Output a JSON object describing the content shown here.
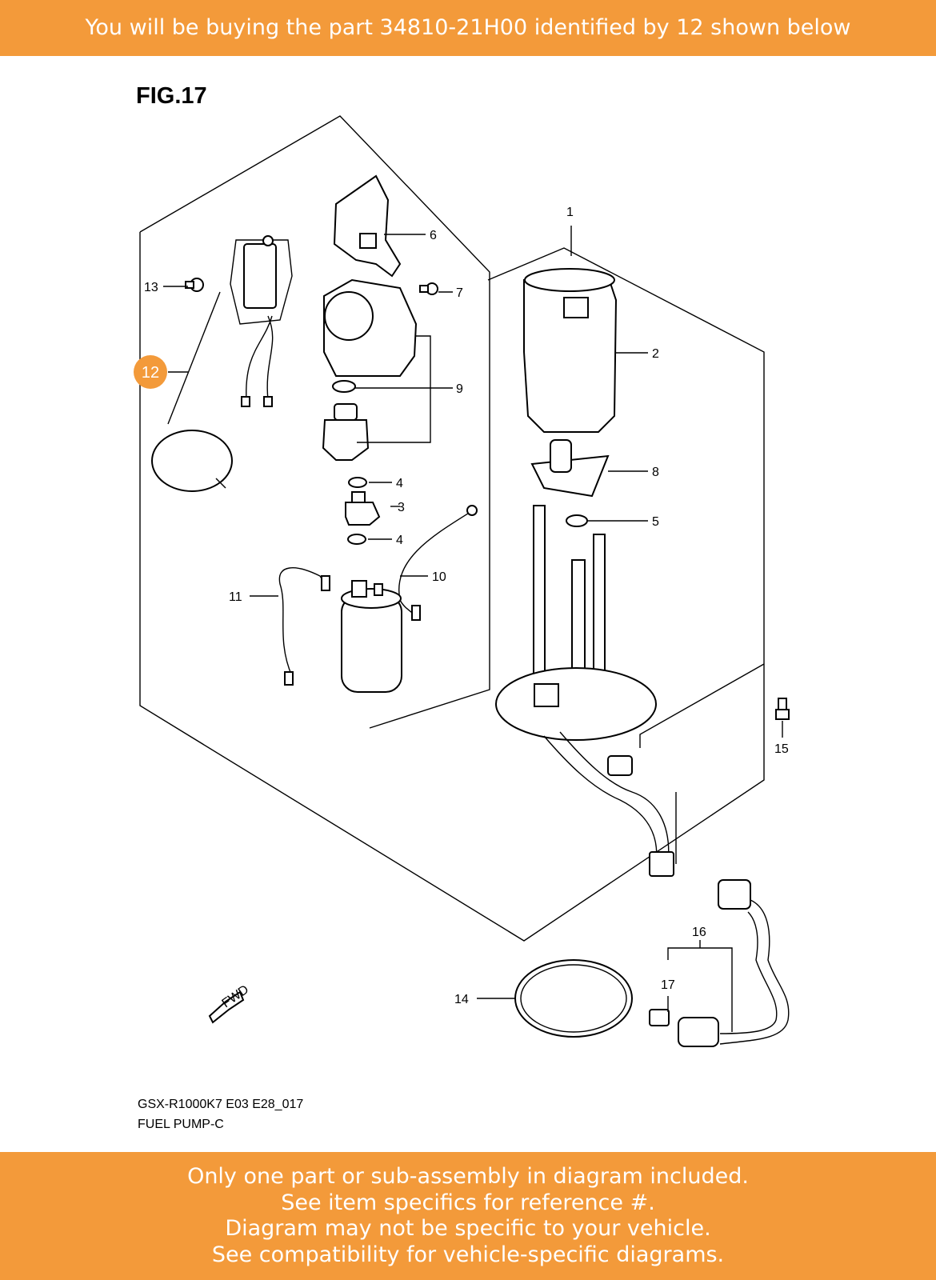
{
  "banner_top": "You will be buying the part 34810-21H00 identified by 12 shown below",
  "figure": {
    "title": "FIG.17",
    "model_code": "GSX-R1000K7 E03 E28_017",
    "name": "FUEL PUMP-C",
    "fwd_label": "FWD",
    "highlight_color": "#F39A3A",
    "callouts": [
      {
        "id": "1",
        "text": "1"
      },
      {
        "id": "2",
        "text": "2"
      },
      {
        "id": "3",
        "text": "3"
      },
      {
        "id": "4a",
        "text": "4"
      },
      {
        "id": "4b",
        "text": "4"
      },
      {
        "id": "5",
        "text": "5"
      },
      {
        "id": "6",
        "text": "6"
      },
      {
        "id": "7",
        "text": "7"
      },
      {
        "id": "8",
        "text": "8"
      },
      {
        "id": "9",
        "text": "9"
      },
      {
        "id": "10",
        "text": "10"
      },
      {
        "id": "11",
        "text": "11"
      },
      {
        "id": "12",
        "text": "12",
        "highlighted": true
      },
      {
        "id": "13",
        "text": "13"
      },
      {
        "id": "14",
        "text": "14"
      },
      {
        "id": "15",
        "text": "15"
      },
      {
        "id": "16",
        "text": "16"
      },
      {
        "id": "17",
        "text": "17"
      }
    ]
  },
  "banner_bottom": [
    "Only one part or sub-assembly in diagram included.",
    "See item specifics for reference #.",
    "Diagram may not be specific to your vehicle.",
    "See compatibility for vehicle-specific diagrams."
  ],
  "colors": {
    "banner": "#F39A3A",
    "text": "#FFFFFF",
    "line": "#000000"
  }
}
